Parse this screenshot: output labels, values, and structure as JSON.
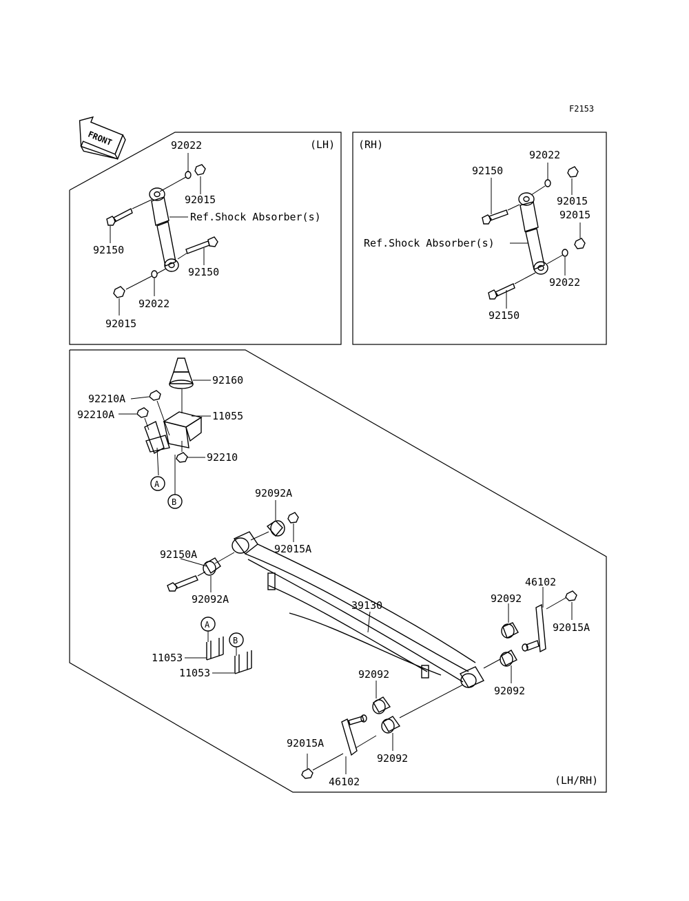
{
  "figure_code": "F2153",
  "front_label": "FRONT",
  "panels": {
    "lh": {
      "tag": "(LH)",
      "labels": {
        "washer_top": "92022",
        "nut_top": "92015",
        "shock_ref": "Ref.Shock Absorber(s)",
        "bolt_left": "92150",
        "bolt_right": "92150",
        "washer_bottom": "92022",
        "nut_bottom": "92015"
      }
    },
    "rh": {
      "tag": "(RH)",
      "labels": {
        "washer_top": "92022",
        "nut_top": "92015",
        "bolt_top": "92150",
        "nut_mid": "92015",
        "shock_ref": "Ref.Shock Absorber(s)",
        "washer_bottom": "92022",
        "bolt_bottom": "92150"
      }
    },
    "leaf": {
      "tag": "(LH/RH)",
      "labels": {
        "bump_stop": "92160",
        "bracket": "11055",
        "nut_a1": "92210A",
        "nut_a2": "92210A",
        "nut_b": "92210",
        "mark_a": "A",
        "mark_b": "B",
        "bushing_top": "92092A",
        "nut_front": "92015A",
        "pin_front": "92150A",
        "bushing_front": "92092A",
        "spring": "39130",
        "mark_a2": "A",
        "mark_b2": "B",
        "ubolt_a": "11053",
        "ubolt_b": "11053",
        "shackle_rear_top": "46102",
        "bushing_rear_top": "92092",
        "nut_rear_top": "92015A",
        "bushing_rear_right": "92092",
        "bushing_mid": "92092",
        "bushing_lower": "92092",
        "nut_rear_bottom": "92015A",
        "shackle_rear_bottom": "46102"
      }
    }
  }
}
